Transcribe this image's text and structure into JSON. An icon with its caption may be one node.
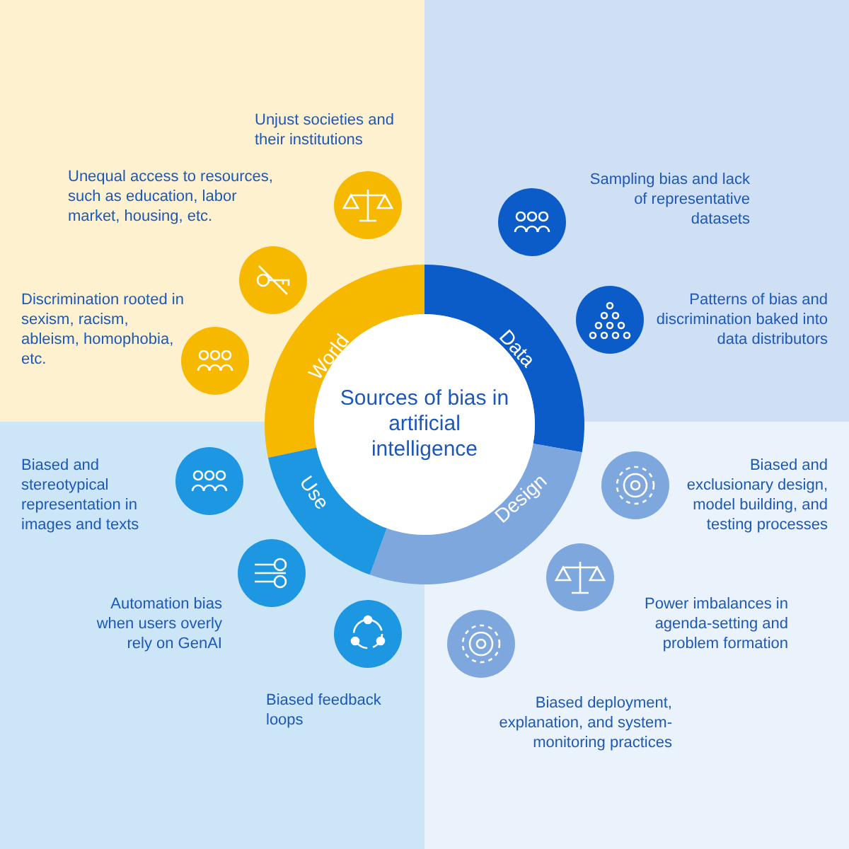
{
  "diagram": {
    "nodes": [
      {
        "text": [
          "Sources of bias in artificial intelligence"
        ]
      },
      {
        "text": [
          "World"
        ]
      },
      {
        "text": [
          "Data"
        ]
      },
      {
        "text": [
          "Design"
        ]
      },
      {
        "text": [
          "Use"
        ]
      }
    ],
    "labels": [
      "Unjust societies and their institutions",
      "Unequal access to resources, such as education, labor market, housing, etc.",
      "Sampling bias and lack of representative datasets",
      "Discrimination rooted in sexism, racism, ableism, homophobia, etc.",
      "Patterns of bias and discrimination baked into data distributors",
      "Biased and stereotypical representation in images and texts",
      "Biased and exclusionary design, model building, and testing processes",
      "Automation bias when users overly rely on GenAI",
      "Power imbalances in agenda-setting and problem formation",
      "Biased feedback loops",
      "Biased deployment, explanation, and system-monitoring practices"
    ]
  }
}
